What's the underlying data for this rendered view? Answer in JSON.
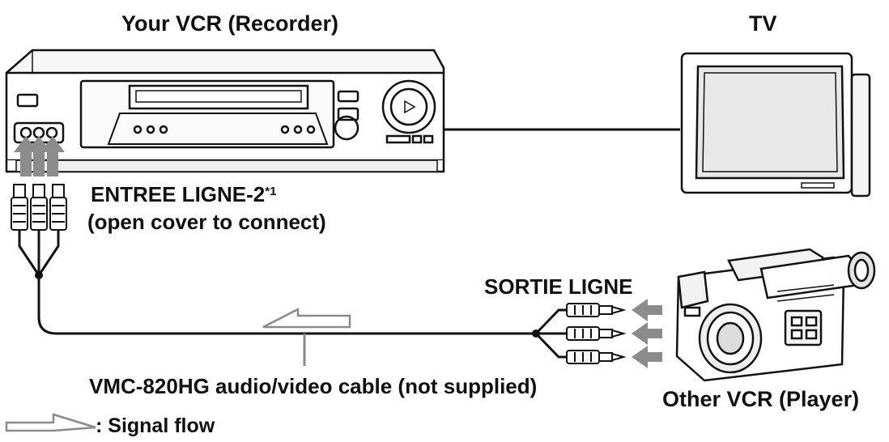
{
  "labels": {
    "vcr_title": "Your VCR (Recorder)",
    "tv_title": "TV",
    "input_label": "ENTREE LIGNE-2",
    "input_note_mark": "*1",
    "input_hint": "(open cover to connect)",
    "output_label": "SORTIE LIGNE",
    "cable_label": "VMC-820HG audio/video cable (not supplied)",
    "player_label": "Other VCR (Player)",
    "legend_text": ": Signal flow"
  },
  "colors": {
    "line": "#111111",
    "arrow_gray": "#8a8a8a",
    "panel": "#f4f4f4",
    "screen": "#e6e6e6"
  },
  "icons": {
    "recorder": "vcr-icon",
    "tv": "tv-icon",
    "player": "camcorder-icon",
    "signal": "signal-flow-arrow-icon"
  }
}
